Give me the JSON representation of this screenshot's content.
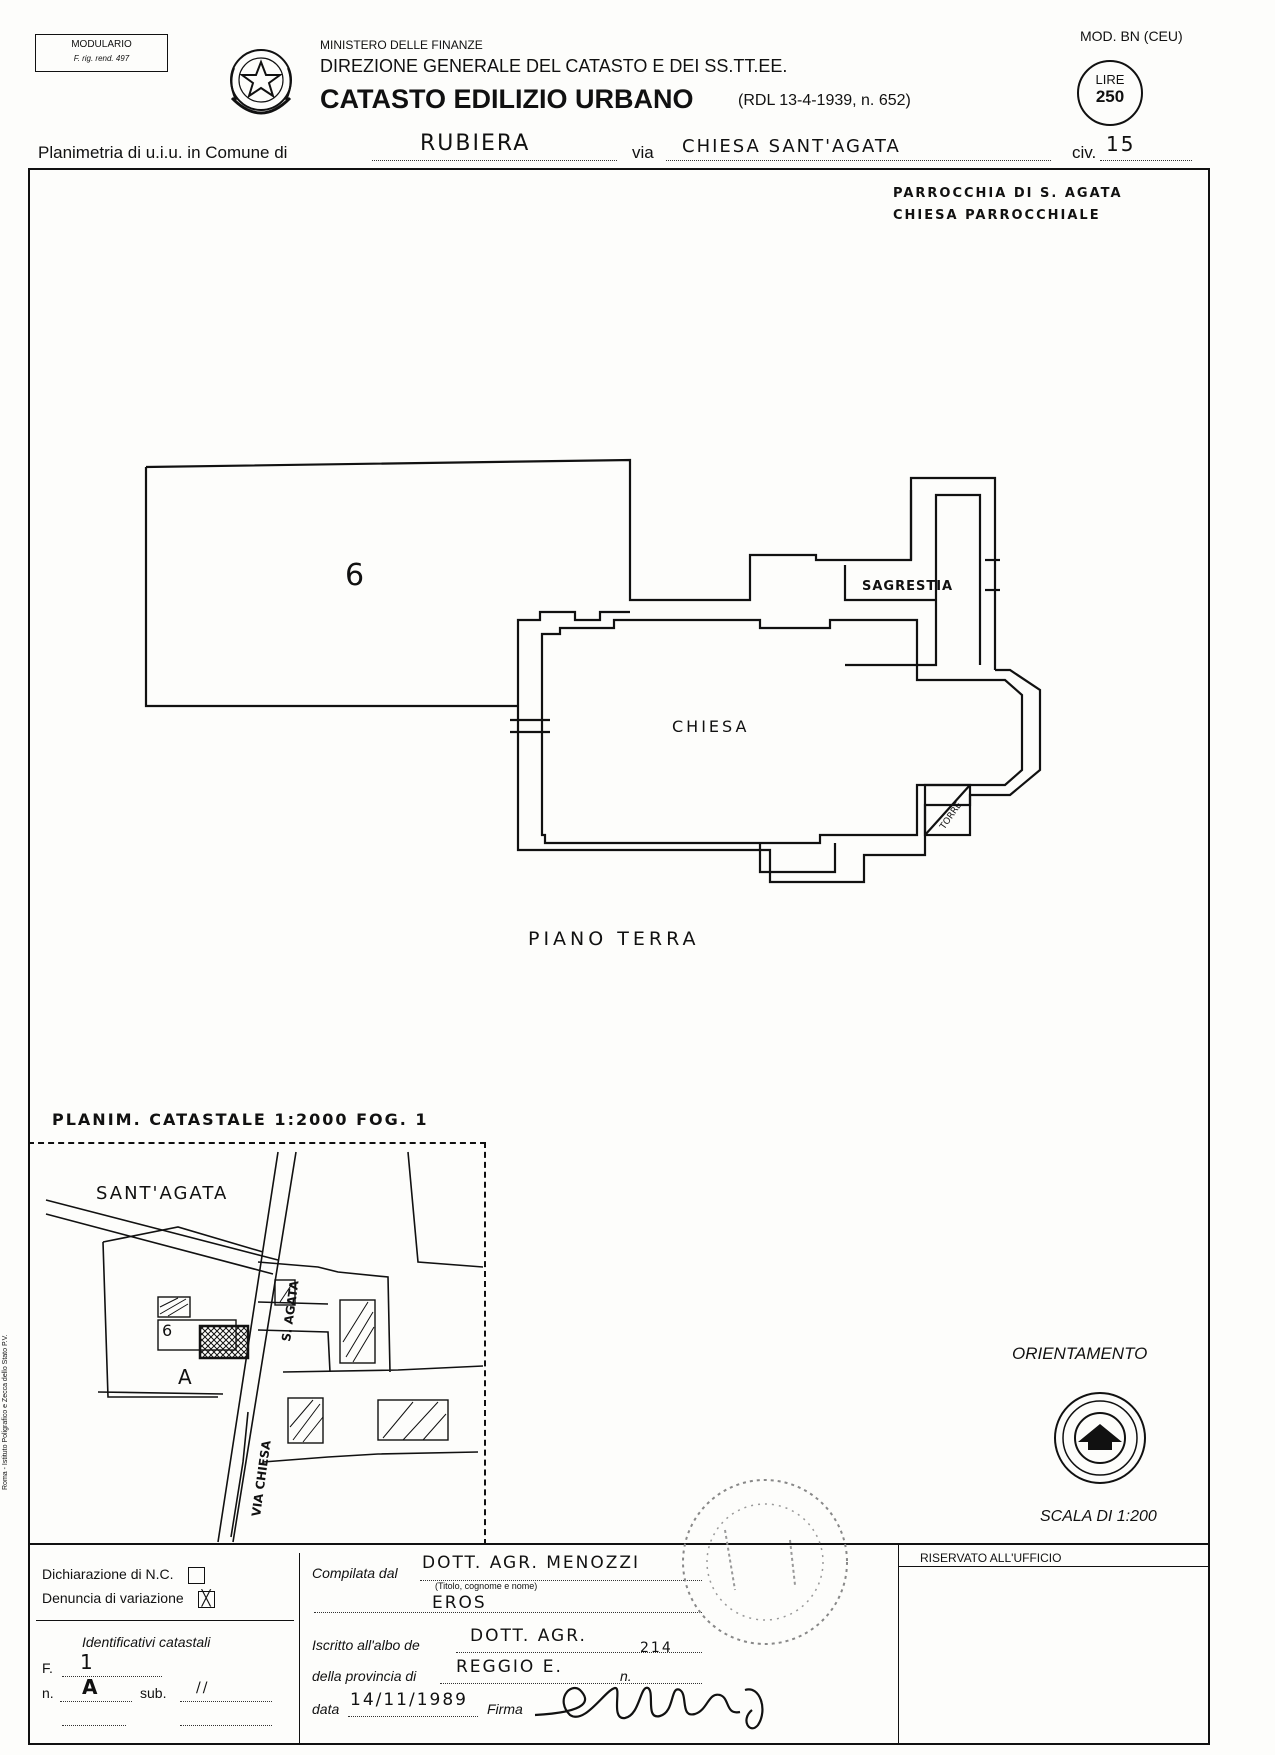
{
  "header": {
    "modulario_line1": "MODULARIO",
    "modulario_line2": "F. rig. rend. 497",
    "ministry": "MINISTERO DELLE FINANZE",
    "direction": "DIREZIONE GENERALE DEL CATASTO E DEI SS.TT.EE.",
    "title": "CATASTO EDILIZIO URBANO",
    "law_ref": "(RDL 13-4-1939, n. 652)",
    "model": "MOD. BN (CEU)",
    "lire_label": "LIRE",
    "lire_value": "250",
    "emblem_icon": "italian-republic-emblem-icon"
  },
  "location_line": {
    "label_comune": "Planimetria di u.i.u. in Comune di",
    "comune": "RUBIERA",
    "label_via": "via",
    "via": "CHIESA SANT'AGATA",
    "label_civ": "civ.",
    "civ": "15"
  },
  "plan": {
    "owner_line1": "PARROCCHIA DI S. AGATA",
    "owner_line2": "CHIESA PARROCCHIALE",
    "area_number": "6",
    "room_church": "CHIESA",
    "room_sacristy": "SAGRESTIA",
    "room_tower": "TORRE",
    "floor_label": "PIANO TERRA"
  },
  "keymap": {
    "title": "PLANIM. CATASTALE 1:2000 FOG. 1",
    "place": "SANT'AGATA",
    "street_upper": "S. AGATA",
    "street_lower": "VIA CHIESA",
    "parcel_number": "6",
    "parcel_letter": "A"
  },
  "orientation": {
    "label": "ORIENTAMENTO",
    "scale": "SCALA DI 1:200",
    "compass_icon": "north-arrow-icon"
  },
  "footer": {
    "dichiarazione_label": "Dichiarazione di N.C.",
    "dichiarazione_checked": "",
    "denuncia_label": "Denuncia di variazione",
    "denuncia_checked": "╳",
    "identificativi_label": "Identificativi catastali",
    "f_label": "F.",
    "f_value": "1",
    "n_label": "n.",
    "n_value": "A",
    "sub_label": "sub.",
    "sub_value": "//",
    "compilata_label": "Compilata dal",
    "compilata_value": "DOTT. AGR. MENOZZI",
    "compilata_hint": "(Titolo, cognome e nome)",
    "compilata_value2": "EROS",
    "albo_label": "Iscritto all'albo de",
    "albo_value": "DOTT. AGR.",
    "provincia_label": "della provincia di",
    "provincia_value": "REGGIO E.",
    "provincia_n_label": "n.",
    "provincia_n": "214",
    "data_label": "data",
    "data_value": "14/11/1989",
    "firma_label": "Firma",
    "riservato_label": "RISERVATO ALL'UFFICIO"
  },
  "margin_print": "Roma - Istituto Poligrafico e Zecca dello Stato P.V."
}
